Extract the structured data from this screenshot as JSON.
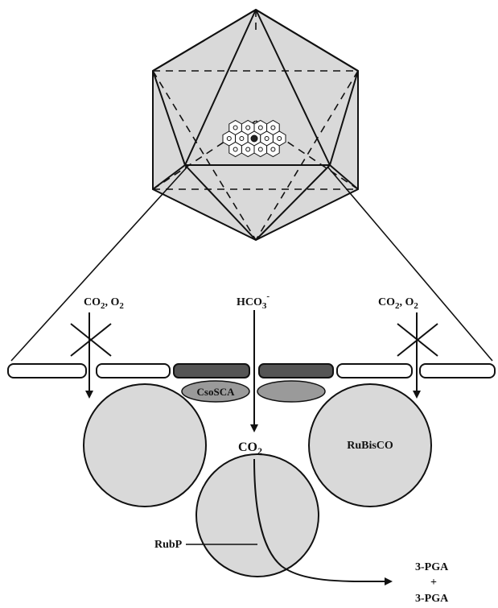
{
  "labels": {
    "gas_left_main": "CO",
    "gas_left_sub": "2",
    "gas_left_rest": ", O",
    "gas_left_sub2": "2",
    "gas_right_main": "CO",
    "gas_right_sub": "2",
    "gas_right_rest": ", O",
    "gas_right_sub2": "2",
    "bicarbonate_main": "HCO",
    "bicarbonate_sub": "3",
    "bicarbonate_sup": "-",
    "enzyme_carbonic_anhydrase": "CsoSCA",
    "co2_main": "CO",
    "co2_sub": "2",
    "enzyme_rubisco": "RuBisCO",
    "substrate": "RubP",
    "product_top": "3-PGA",
    "product_plus": "+",
    "product_bottom": "3-PGA"
  }
}
